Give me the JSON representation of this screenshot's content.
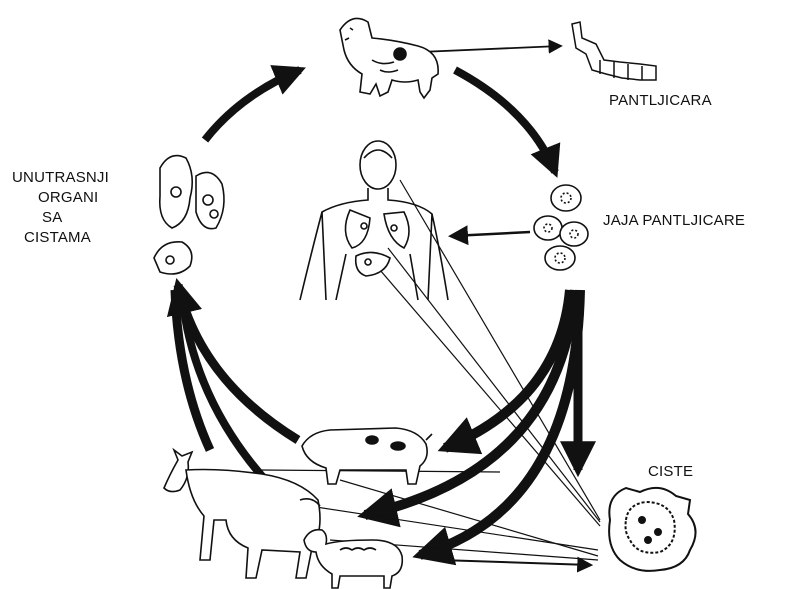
{
  "labels": {
    "tapeworm": "PANTLJICARA",
    "eggs": "JAJA PANTLJICARE",
    "cysts": "CISTE",
    "organs_line1": "UNUTRASNJI",
    "organs_line2": "ORGANI",
    "organs_line3": "SA",
    "organs_line4": "CISTAMA"
  },
  "colors": {
    "ink": "#111111",
    "background": "#ffffff"
  },
  "icons": [
    "dog-icon",
    "tapeworm-icon",
    "human-figure-icon",
    "eggs-icon",
    "organs-with-cysts-icon",
    "pig-icon",
    "cow-icon",
    "sheep-icon",
    "cyst-icon"
  ]
}
